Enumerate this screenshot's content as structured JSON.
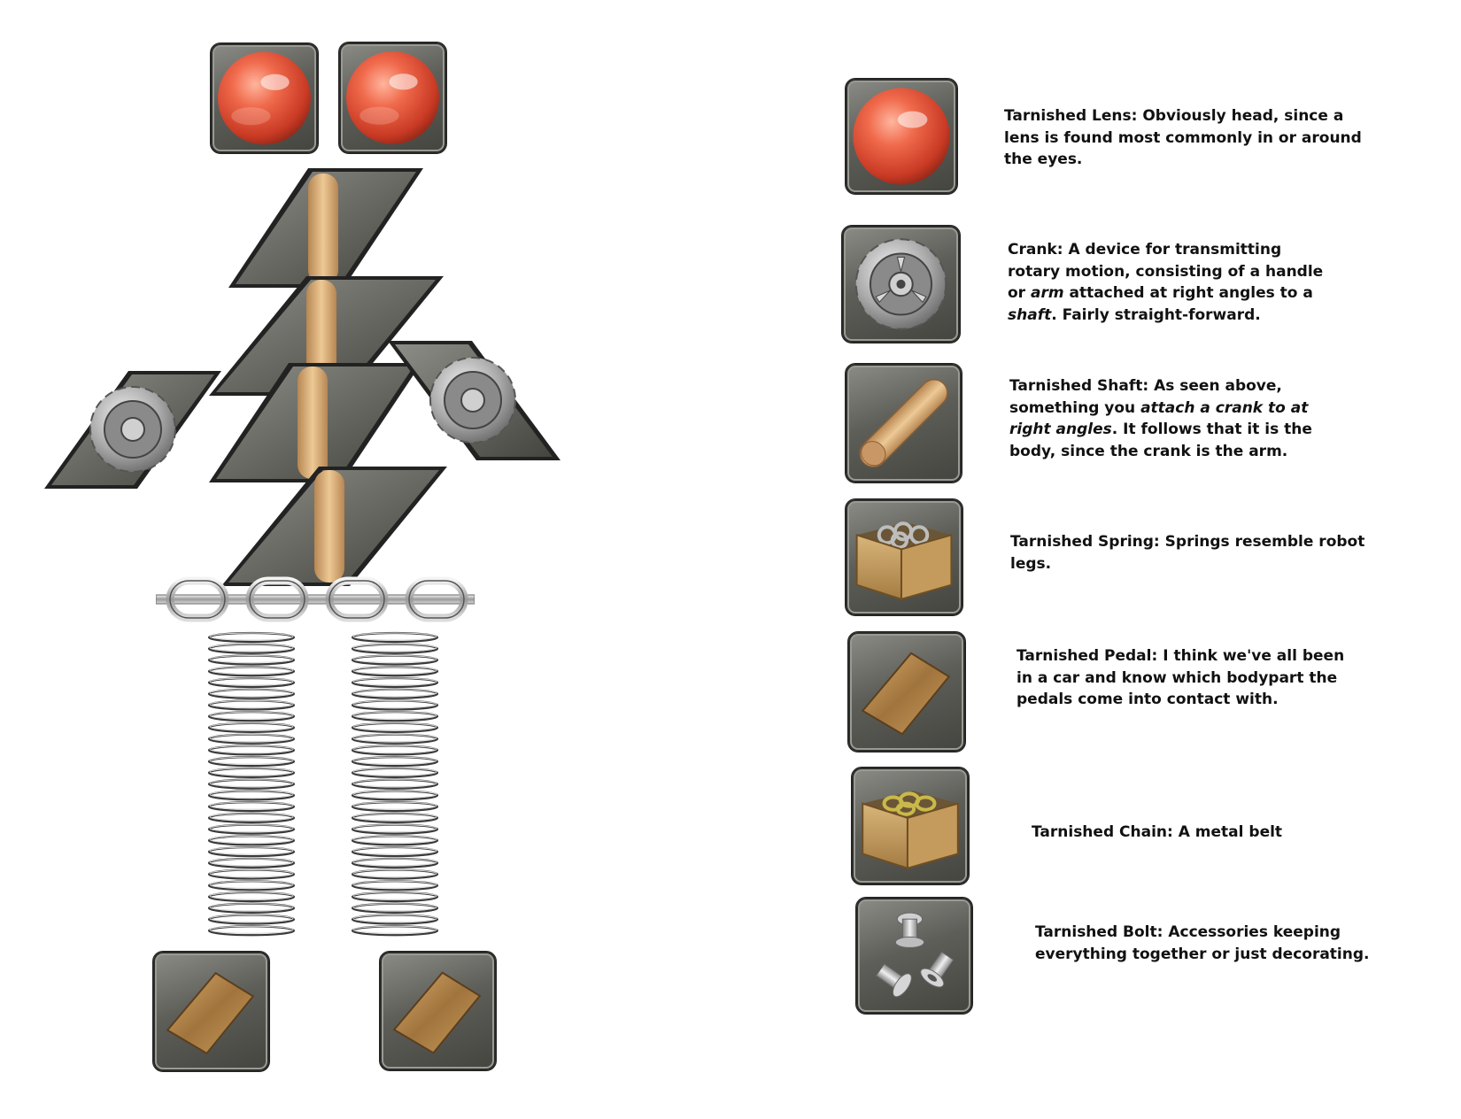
{
  "items": [
    {
      "key": "lens",
      "icon": "red-lens-icon",
      "name": "Tarnished Lens:",
      "parts": [
        {
          "t": " Obviously head, since a lens is found most commonly in or around the eyes."
        }
      ]
    },
    {
      "key": "crank",
      "icon": "gear-crank-icon",
      "name": "Crank:",
      "parts": [
        {
          "t": " A device for transmitting rotary motion, consisting of a handle or "
        },
        {
          "t": "arm",
          "i": true
        },
        {
          "t": " attached at right angles to a "
        },
        {
          "t": "shaft",
          "i": true
        },
        {
          "t": ". Fairly straight-forward."
        }
      ]
    },
    {
      "key": "shaft",
      "icon": "wooden-shaft-icon",
      "name": "Tarnished Shaft:",
      "parts": [
        {
          "t": " As seen above, something you "
        },
        {
          "t": "attach a crank to at right angles",
          "i": true
        },
        {
          "t": ". It follows that it is the body, since the crank is the arm."
        }
      ]
    },
    {
      "key": "spring",
      "icon": "spring-crate-icon",
      "name": "Tarnished Spring:",
      "parts": [
        {
          "t": " Springs resemble robot legs."
        }
      ]
    },
    {
      "key": "pedal",
      "icon": "copper-pedal-icon",
      "name": "Tarnished Pedal:",
      "parts": [
        {
          "t": " I think we've all been in a car and know which bodypart the pedals come into contact with."
        }
      ]
    },
    {
      "key": "chain",
      "icon": "chain-crate-icon",
      "name": "Tarnished Chain:",
      "parts": [
        {
          "t": " A metal belt"
        }
      ]
    },
    {
      "key": "bolt",
      "icon": "bolts-icon",
      "name": "Tarnished Bolt:",
      "parts": [
        {
          "t": "   Accessories keeping everything together or just decorating."
        }
      ]
    }
  ],
  "colors": {
    "lens": "#e0533c",
    "wood": "#d9b07a",
    "copper": "#b48446",
    "steel": "#b8b8b8",
    "tile": "#5e5e59"
  }
}
